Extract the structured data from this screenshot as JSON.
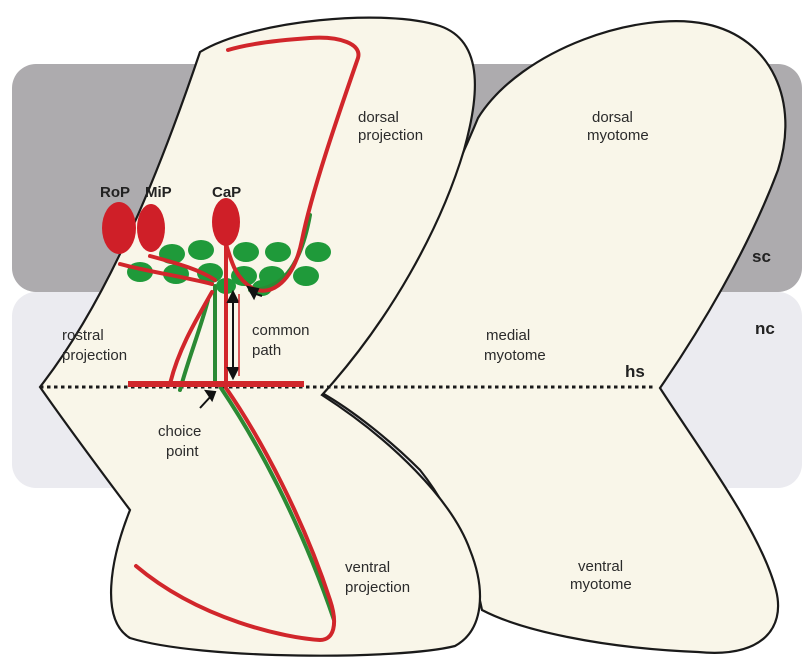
{
  "colors": {
    "spinal_cord_band": "#adabae",
    "notochord_band": "#ebebf0",
    "somite_fill": "#f9f6e9",
    "outline": "#1a1a1a",
    "axon_red": "#d1262b",
    "axon_green": "#2b8a34",
    "motoneuron_red": "#cf1f28",
    "cell_green": "#1f9a3a"
  },
  "regions": {
    "sc": "sc",
    "nc": "nc",
    "hs": "hs"
  },
  "neurons": {
    "rop": "RoP",
    "mip": "MiP",
    "cap": "CaP"
  },
  "left_somite": {
    "dorsal_projection": [
      "dorsal",
      "projection"
    ],
    "rostral_projection": [
      "rostral",
      "projection"
    ],
    "common_path": [
      "common",
      "path"
    ],
    "choice_point": [
      "choice",
      "point"
    ],
    "ventral_projection": [
      "ventral",
      "projection"
    ]
  },
  "right_somite": {
    "dorsal_myotome": [
      "dorsal",
      "myotome"
    ],
    "medial_myotome": [
      "medial",
      "myotome"
    ],
    "ventral_myotome": [
      "ventral",
      "myotome"
    ]
  },
  "icons": [
    "double-arrow-icon",
    "pointer-arrow-icon"
  ]
}
